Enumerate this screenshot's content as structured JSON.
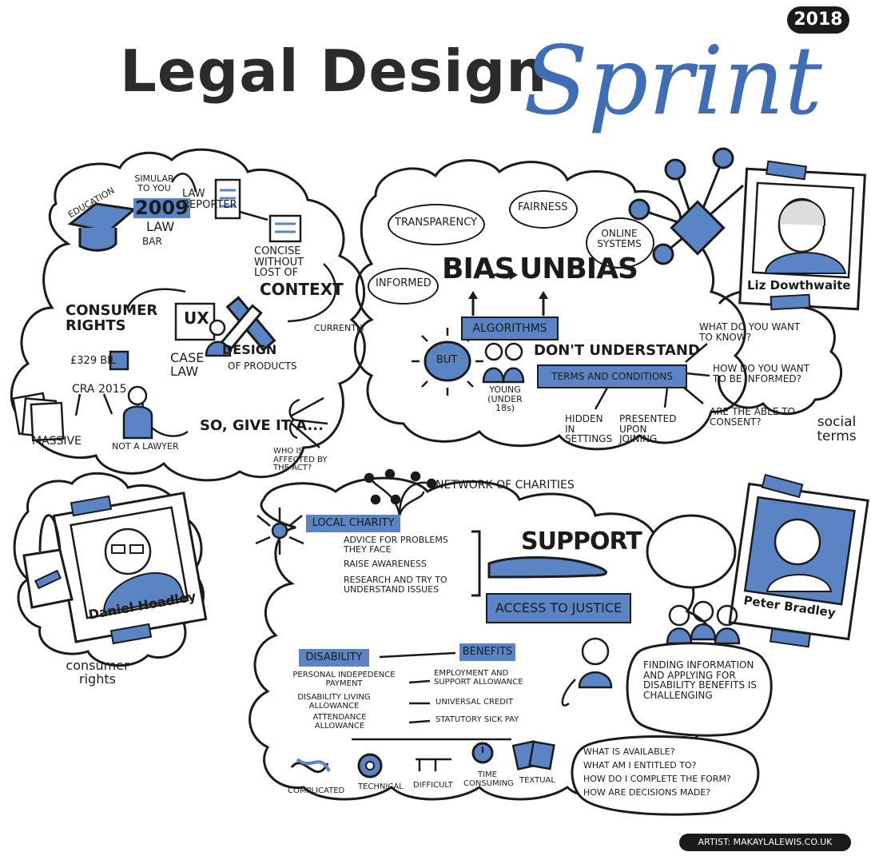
{
  "header": {
    "title_main": "Legal Design",
    "title_script": "Sprint",
    "year_badge": "2018"
  },
  "colors": {
    "accent": "#5b84c4",
    "ink": "#1b1b1b",
    "background": "#ffffff"
  },
  "left_cloud": {
    "education": "EDUCATION",
    "similar": "SIMULAR TO YOU",
    "year_2009": "2009",
    "law_bar": "LAW",
    "bar": "BAR",
    "law_reporter": "LAW REPORTER",
    "concise": "CONCISE WITHOUT LOST OF",
    "context": "CONTEXT",
    "currently": "CURRENTLY",
    "consumer_rights": "CONSUMER RIGHTS",
    "bil": "£329 BIL",
    "ux": "UX",
    "case_law": "CASE LAW",
    "design_of_products_a": "DESIGN",
    "design_of_products_b": "OF PRODUCTS",
    "cra": "CRA 2015",
    "massive": "MASSIVE",
    "not_lawyer": "NOT A LAWYER",
    "give_it": "SO, GIVE IT A...",
    "who_affected": "WHO IS AFFECTED BY THE ACT?"
  },
  "speaker_left": {
    "name": "Daniel Hoadley",
    "topic": "consumer rights"
  },
  "right_cloud": {
    "transparency": "TRANSPARENCY",
    "fairness": "FAIRNESS",
    "online_systems": "ONLINE SYSTEMS",
    "informed": "INFORMED",
    "bias": "BIAS",
    "unbias": "UNBIAS",
    "algorithms": "ALGORITHMS",
    "but": "BUT",
    "young": "YOUNG (UNDER 18s)",
    "dont_understand": "DON'T UNDERSTAND",
    "terms": "TERMS AND CONDITIONS",
    "what_know": "WHAT DO YOU WANT TO KNOW?",
    "how_informed": "HOW DO YOU WANT TO BE INFORMED?",
    "able_consent": "ARE THE ABLE TO CONSENT?",
    "hidden": "HIDDEN IN SETTINGS",
    "presented": "PRESENTED UPON JOINING"
  },
  "speaker_right_top": {
    "name": "Liz Dowthwaite",
    "topic": "social terms"
  },
  "bottom_cloud": {
    "network": "NETWORK OF CHARITIES",
    "local_charity": "LOCAL CHARITY",
    "bullet_1": "ADVICE FOR PROBLEMS THEY FACE",
    "bullet_2": "RAISE AWARENESS",
    "bullet_3": "RESEARCH AND TRY TO UNDERSTAND ISSUES",
    "support": "SUPPORT",
    "access": "ACCESS TO JUSTICE",
    "disability": "DISABILITY",
    "benefits": "BENEFITS",
    "pip": "PERSONAL INDEPEDENCE PAYMENT",
    "dla": "DISABILITY LIVING ALLOWANCE",
    "aa": "ATTENDANCE ALLOWANCE",
    "esa": "EMPLOYMENT AND SUPPORT ALLOWANCE",
    "uc": "UNIVERSAL CREDIT",
    "ssp": "STATUTORY SICK PAY",
    "finding": "FINDING INFORMATION AND APPLYING FOR DISABILITY BENEFITS IS CHALLENGING",
    "q1": "WHAT IS AVAILABLE?",
    "q2": "WHAT AM I ENTITLED TO?",
    "q3": "HOW DO I COMPLETE THE FORM?",
    "q4": "HOW ARE DECISIONS MADE?",
    "complicated": "COMPLICATED",
    "technical": "TECHNICAL",
    "difficult": "DIFFICULT",
    "time_consuming": "TIME CONSUMING",
    "textual": "TEXTUAL"
  },
  "speaker_right_bottom": {
    "name": "Peter Bradley"
  },
  "footer": {
    "artist": "ARTIST: MAKAYLALEWIS.CO.UK"
  }
}
